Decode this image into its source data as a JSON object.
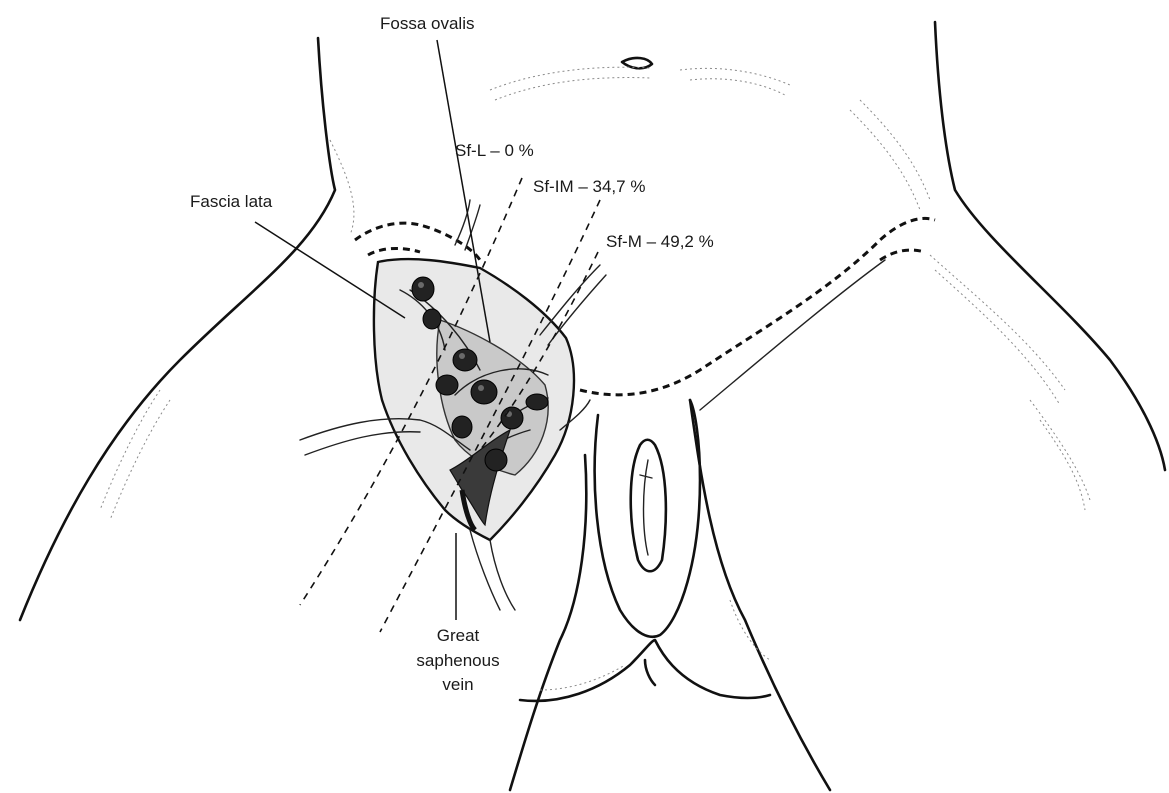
{
  "labels": {
    "fossa_ovalis": "Fossa ovalis",
    "sf_l": "Sf-L – 0 %",
    "sf_im": "Sf-IM – 34,7 %",
    "fascia_lata": "Fascia lata",
    "sf_m": "Sf-M – 49,2 %",
    "gsv_line1": "Great",
    "gsv_line2": "saphenous",
    "gsv_line3": "vein"
  },
  "colors": {
    "line": "#111111",
    "fascia_fill": "#e9e9e9",
    "fossa_fill": "#bdbdbd",
    "node_fill": "#222222",
    "vein_fill": "#3a3a3a"
  }
}
